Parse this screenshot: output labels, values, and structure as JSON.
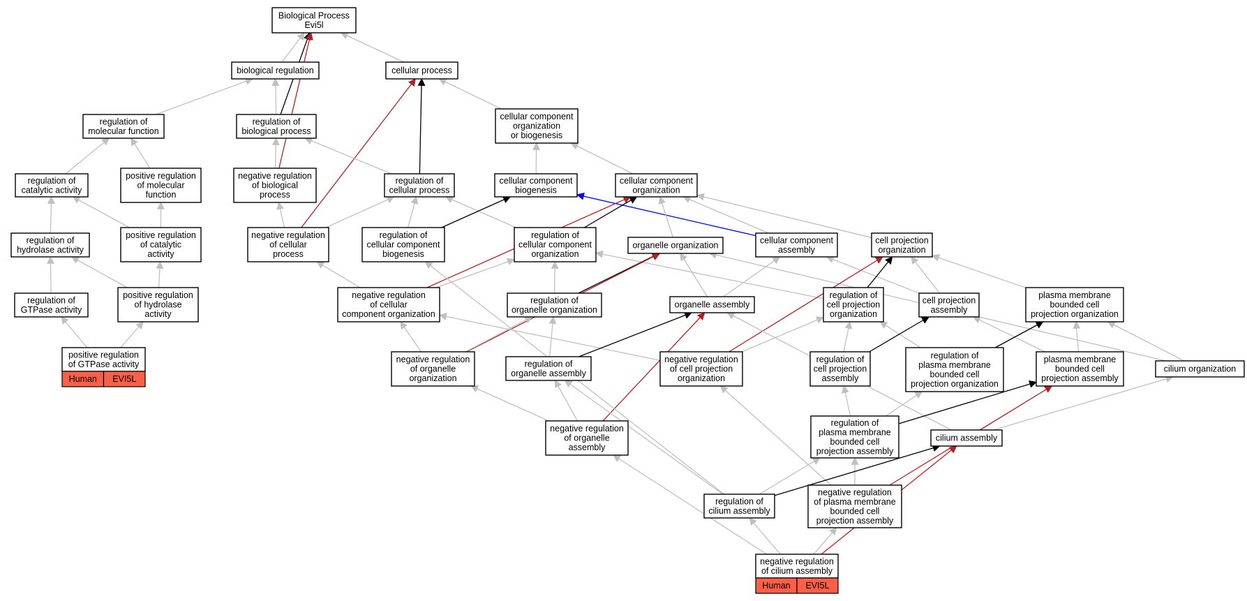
{
  "colors": {
    "gray": "#c0c0c0",
    "black": "#000000",
    "red": "#b22222",
    "blue": "#0000ff",
    "tag": "#fa5f48"
  },
  "nodes": [
    {
      "id": "bp",
      "label": [
        "Biological Process",
        "Evi5l"
      ]
    },
    {
      "id": "biol_reg",
      "label": [
        "biological regulation"
      ]
    },
    {
      "id": "cell_proc",
      "label": [
        "cellular process"
      ]
    },
    {
      "id": "reg_mol_func",
      "label": [
        "regulation of",
        "molecular function"
      ]
    },
    {
      "id": "reg_bio_proc",
      "label": [
        "regulation of",
        "biological process"
      ]
    },
    {
      "id": "ccob",
      "label": [
        "cellular component",
        "organization",
        "or biogenesis"
      ]
    },
    {
      "id": "reg_cat",
      "label": [
        "regulation of",
        "catalytic activity"
      ]
    },
    {
      "id": "pos_reg_mol",
      "label": [
        "positive regulation",
        "of molecular",
        "function"
      ]
    },
    {
      "id": "neg_reg_bio",
      "label": [
        "negative regulation",
        "of biological",
        "process"
      ]
    },
    {
      "id": "reg_cell_proc",
      "label": [
        "regulation of",
        "cellular process"
      ]
    },
    {
      "id": "cc_biogen",
      "label": [
        "cellular component",
        "biogenesis"
      ]
    },
    {
      "id": "cc_org",
      "label": [
        "cellular component",
        "organization"
      ]
    },
    {
      "id": "reg_hyd",
      "label": [
        "regulation of",
        "hydrolase activity"
      ]
    },
    {
      "id": "pos_reg_cat",
      "label": [
        "positive regulation",
        "of catalytic",
        "activity"
      ]
    },
    {
      "id": "neg_reg_cell_proc",
      "label": [
        "negative regulation",
        "of cellular",
        "process"
      ]
    },
    {
      "id": "reg_ccb",
      "label": [
        "regulation of",
        "cellular component",
        "biogenesis"
      ]
    },
    {
      "id": "reg_cco",
      "label": [
        "regulation of",
        "cellular component",
        "organization"
      ]
    },
    {
      "id": "org_org",
      "label": [
        "organelle organization"
      ]
    },
    {
      "id": "cc_assembly",
      "label": [
        "cellular component",
        "assembly"
      ]
    },
    {
      "id": "cp_org",
      "label": [
        "cell projection",
        "organization"
      ]
    },
    {
      "id": "reg_gtpase",
      "label": [
        "regulation of",
        "GTPase activity"
      ]
    },
    {
      "id": "pos_reg_hyd",
      "label": [
        "positive regulation",
        "of hydrolase",
        "activity"
      ]
    },
    {
      "id": "neg_reg_cco",
      "label": [
        "negative regulation",
        "of cellular",
        "component organization"
      ]
    },
    {
      "id": "reg_org_org",
      "label": [
        "regulation of",
        "organelle organization"
      ]
    },
    {
      "id": "org_assembly",
      "label": [
        "organelle assembly"
      ]
    },
    {
      "id": "reg_cp_org",
      "label": [
        "regulation of",
        "cell projection",
        "organization"
      ]
    },
    {
      "id": "cp_assembly",
      "label": [
        "cell projection",
        "assembly"
      ]
    },
    {
      "id": "pmbcpo",
      "label": [
        "plasma membrane",
        "bounded cell",
        "projection organization"
      ]
    },
    {
      "id": "pos_reg_gtpase",
      "label": [
        "positive regulation",
        "of GTPase activity"
      ],
      "tags": [
        "Human",
        "EVI5L"
      ]
    },
    {
      "id": "neg_reg_org_org",
      "label": [
        "negative regulation",
        "of organelle",
        "organization"
      ]
    },
    {
      "id": "reg_org_assembly",
      "label": [
        "regulation of",
        "organelle assembly"
      ]
    },
    {
      "id": "neg_reg_cp_org",
      "label": [
        "negative regulation",
        "of cell projection",
        "organization"
      ]
    },
    {
      "id": "reg_cp_assembly",
      "label": [
        "regulation of",
        "cell projection",
        "assembly"
      ]
    },
    {
      "id": "reg_pmbcpo",
      "label": [
        "regulation of",
        "plasma membrane",
        "bounded cell",
        "projection organization"
      ]
    },
    {
      "id": "pmbcpa",
      "label": [
        "plasma membrane",
        "bounded cell",
        "projection assembly"
      ]
    },
    {
      "id": "cilium_org",
      "label": [
        "cilium organization"
      ]
    },
    {
      "id": "neg_reg_org_assembly",
      "label": [
        "negative regulation",
        "of organelle",
        "assembly"
      ]
    },
    {
      "id": "reg_pmbcpa",
      "label": [
        "regulation of",
        "plasma membrane",
        "bounded cell",
        "projection assembly"
      ]
    },
    {
      "id": "cilium_assembly",
      "label": [
        "cilium assembly"
      ]
    },
    {
      "id": "reg_cilium_assembly",
      "label": [
        "regulation of",
        "cilium assembly"
      ]
    },
    {
      "id": "neg_reg_pmbcpa",
      "label": [
        "negative regulation",
        "of plasma membrane",
        "bounded cell",
        "projection assembly"
      ]
    },
    {
      "id": "neg_reg_cilium_assembly",
      "label": [
        "negative regulation",
        "of cilium assembly"
      ],
      "tags": [
        "Human",
        "EVI5L"
      ]
    }
  ],
  "edges": [
    {
      "from": "biol_reg",
      "to": "bp",
      "color": "gray"
    },
    {
      "from": "cell_proc",
      "to": "bp",
      "color": "gray"
    },
    {
      "from": "reg_bio_proc",
      "to": "bp",
      "color": "black"
    },
    {
      "from": "neg_reg_bio",
      "to": "bp",
      "color": "red"
    },
    {
      "from": "reg_mol_func",
      "to": "biol_reg",
      "color": "gray"
    },
    {
      "from": "reg_bio_proc",
      "to": "biol_reg",
      "color": "gray"
    },
    {
      "from": "ccob",
      "to": "cell_proc",
      "color": "gray"
    },
    {
      "from": "reg_cell_proc",
      "to": "cell_proc",
      "color": "black"
    },
    {
      "from": "neg_reg_cell_proc",
      "to": "cell_proc",
      "color": "red"
    },
    {
      "from": "reg_cat",
      "to": "reg_mol_func",
      "color": "gray"
    },
    {
      "from": "pos_reg_mol",
      "to": "reg_mol_func",
      "color": "gray"
    },
    {
      "from": "neg_reg_bio",
      "to": "reg_bio_proc",
      "color": "gray"
    },
    {
      "from": "reg_cell_proc",
      "to": "reg_bio_proc",
      "color": "gray"
    },
    {
      "from": "cc_biogen",
      "to": "ccob",
      "color": "gray"
    },
    {
      "from": "cc_org",
      "to": "ccob",
      "color": "gray"
    },
    {
      "from": "reg_hyd",
      "to": "reg_cat",
      "color": "gray"
    },
    {
      "from": "pos_reg_cat",
      "to": "reg_cat",
      "color": "gray"
    },
    {
      "from": "pos_reg_cat",
      "to": "pos_reg_mol",
      "color": "gray"
    },
    {
      "from": "neg_reg_cell_proc",
      "to": "neg_reg_bio",
      "color": "gray"
    },
    {
      "from": "neg_reg_cell_proc",
      "to": "reg_cell_proc",
      "color": "gray"
    },
    {
      "from": "reg_ccb",
      "to": "reg_cell_proc",
      "color": "gray"
    },
    {
      "from": "reg_cco",
      "to": "reg_cell_proc",
      "color": "gray"
    },
    {
      "from": "reg_ccb",
      "to": "cc_biogen",
      "color": "black"
    },
    {
      "from": "cc_assembly",
      "to": "cc_biogen",
      "color": "blue"
    },
    {
      "from": "reg_cco",
      "to": "cc_org",
      "color": "black"
    },
    {
      "from": "org_org",
      "to": "cc_org",
      "color": "gray"
    },
    {
      "from": "cc_assembly",
      "to": "cc_org",
      "color": "gray"
    },
    {
      "from": "cp_org",
      "to": "cc_org",
      "color": "gray"
    },
    {
      "from": "neg_reg_cco",
      "to": "cc_org",
      "color": "red"
    },
    {
      "from": "reg_gtpase",
      "to": "reg_hyd",
      "color": "gray"
    },
    {
      "from": "pos_reg_hyd",
      "to": "reg_hyd",
      "color": "gray"
    },
    {
      "from": "pos_reg_hyd",
      "to": "pos_reg_cat",
      "color": "gray"
    },
    {
      "from": "neg_reg_cco",
      "to": "neg_reg_cell_proc",
      "color": "gray"
    },
    {
      "from": "neg_reg_cco",
      "to": "reg_cco",
      "color": "gray"
    },
    {
      "from": "reg_org_org",
      "to": "reg_cco",
      "color": "gray"
    },
    {
      "from": "reg_cp_org",
      "to": "reg_cco",
      "color": "gray"
    },
    {
      "from": "reg_org_org",
      "to": "org_org",
      "color": "black"
    },
    {
      "from": "org_assembly",
      "to": "org_org",
      "color": "gray"
    },
    {
      "from": "neg_reg_org_org",
      "to": "org_org",
      "color": "red"
    },
    {
      "from": "cilium_org",
      "to": "org_org",
      "color": "gray"
    },
    {
      "from": "org_assembly",
      "to": "cc_assembly",
      "color": "gray"
    },
    {
      "from": "cp_assembly",
      "to": "cc_assembly",
      "color": "gray"
    },
    {
      "from": "reg_cp_org",
      "to": "cp_org",
      "color": "black"
    },
    {
      "from": "cp_assembly",
      "to": "cp_org",
      "color": "gray"
    },
    {
      "from": "pmbcpo",
      "to": "cp_org",
      "color": "gray"
    },
    {
      "from": "neg_reg_cp_org",
      "to": "cp_org",
      "color": "red"
    },
    {
      "from": "pos_reg_gtpase",
      "to": "reg_gtpase",
      "color": "gray"
    },
    {
      "from": "pos_reg_gtpase",
      "to": "pos_reg_hyd",
      "color": "gray"
    },
    {
      "from": "neg_reg_org_org",
      "to": "neg_reg_cco",
      "color": "gray"
    },
    {
      "from": "neg_reg_cp_org",
      "to": "neg_reg_cco",
      "color": "gray"
    },
    {
      "from": "neg_reg_org_org",
      "to": "reg_org_org",
      "color": "gray"
    },
    {
      "from": "reg_org_assembly",
      "to": "reg_org_org",
      "color": "gray"
    },
    {
      "from": "reg_org_assembly",
      "to": "org_assembly",
      "color": "black"
    },
    {
      "from": "neg_reg_org_assembly",
      "to": "org_assembly",
      "color": "red"
    },
    {
      "from": "cilium_assembly",
      "to": "org_assembly",
      "color": "gray"
    },
    {
      "from": "neg_reg_cp_org",
      "to": "reg_cp_org",
      "color": "gray"
    },
    {
      "from": "reg_cp_assembly",
      "to": "reg_cp_org",
      "color": "gray"
    },
    {
      "from": "reg_pmbcpo",
      "to": "reg_cp_org",
      "color": "gray"
    },
    {
      "from": "reg_cp_assembly",
      "to": "cp_assembly",
      "color": "black"
    },
    {
      "from": "pmbcpa",
      "to": "cp_assembly",
      "color": "gray"
    },
    {
      "from": "reg_pmbcpo",
      "to": "pmbcpo",
      "color": "black"
    },
    {
      "from": "pmbcpa",
      "to": "pmbcpo",
      "color": "gray"
    },
    {
      "from": "cilium_org",
      "to": "pmbcpo",
      "color": "gray"
    },
    {
      "from": "reg_cilium_assembly",
      "to": "reg_ccb",
      "color": "gray"
    },
    {
      "from": "neg_reg_org_assembly",
      "to": "neg_reg_org_org",
      "color": "gray"
    },
    {
      "from": "neg_reg_org_assembly",
      "to": "reg_org_assembly",
      "color": "gray"
    },
    {
      "from": "reg_cilium_assembly",
      "to": "reg_org_assembly",
      "color": "gray"
    },
    {
      "from": "neg_reg_pmbcpa",
      "to": "neg_reg_cp_org",
      "color": "gray"
    },
    {
      "from": "reg_pmbcpa",
      "to": "reg_cp_assembly",
      "color": "gray"
    },
    {
      "from": "reg_pmbcpa",
      "to": "reg_pmbcpo",
      "color": "gray"
    },
    {
      "from": "reg_pmbcpa",
      "to": "pmbcpa",
      "color": "black"
    },
    {
      "from": "cilium_assembly",
      "to": "pmbcpa",
      "color": "gray"
    },
    {
      "from": "neg_reg_pmbcpa",
      "to": "pmbcpa",
      "color": "red"
    },
    {
      "from": "cilium_assembly",
      "to": "cilium_org",
      "color": "gray"
    },
    {
      "from": "neg_reg_cilium_assembly",
      "to": "neg_reg_org_assembly",
      "color": "gray"
    },
    {
      "from": "reg_cilium_assembly",
      "to": "reg_pmbcpa",
      "color": "gray"
    },
    {
      "from": "neg_reg_pmbcpa",
      "to": "reg_pmbcpa",
      "color": "gray"
    },
    {
      "from": "reg_cilium_assembly",
      "to": "cilium_assembly",
      "color": "black"
    },
    {
      "from": "neg_reg_cilium_assembly",
      "to": "cilium_assembly",
      "color": "red"
    },
    {
      "from": "neg_reg_cilium_assembly",
      "to": "reg_cilium_assembly",
      "color": "gray"
    },
    {
      "from": "neg_reg_cilium_assembly",
      "to": "neg_reg_pmbcpa",
      "color": "gray"
    }
  ]
}
